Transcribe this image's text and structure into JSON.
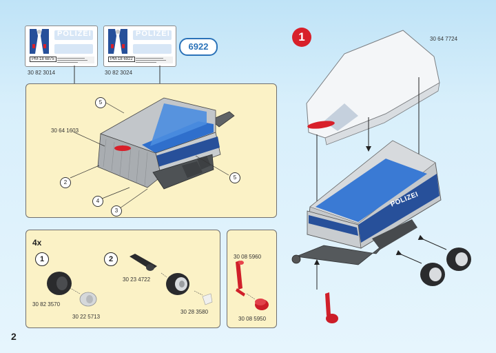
{
  "page_number": "2",
  "set_code": "6922",
  "step_number": "1",
  "stickers": [
    {
      "part_no": "30 82 3014",
      "band_text": "POLIZEI",
      "plate": "PM-18 6875"
    },
    {
      "part_no": "30 82 3024",
      "band_text": "POLIZEI",
      "plate": "PM-18 6922"
    }
  ],
  "main_panel": {
    "callouts": [
      "5",
      "2",
      "4",
      "3",
      "5"
    ],
    "part_no": "30 64 1603"
  },
  "wheels_panel": {
    "quantity": "4x",
    "sub_steps": [
      "1",
      "2"
    ],
    "parts": {
      "tire": "30 82 3570",
      "rim": "30 22 5713",
      "axle": "30 23 4722",
      "hubcap": "30 28 3580"
    }
  },
  "hitch_panel": {
    "parts": {
      "hitch": "30 08 5960",
      "coupling": "30 08 5950"
    }
  },
  "assembly": {
    "roof_part_no": "30 64 7724",
    "trailer_text": "POLIZEI"
  },
  "colors": {
    "panel_bg": "#fbf2c6",
    "step_red": "#d8202a",
    "code_blue": "#2a72b8",
    "police_blue": "#27509a"
  }
}
